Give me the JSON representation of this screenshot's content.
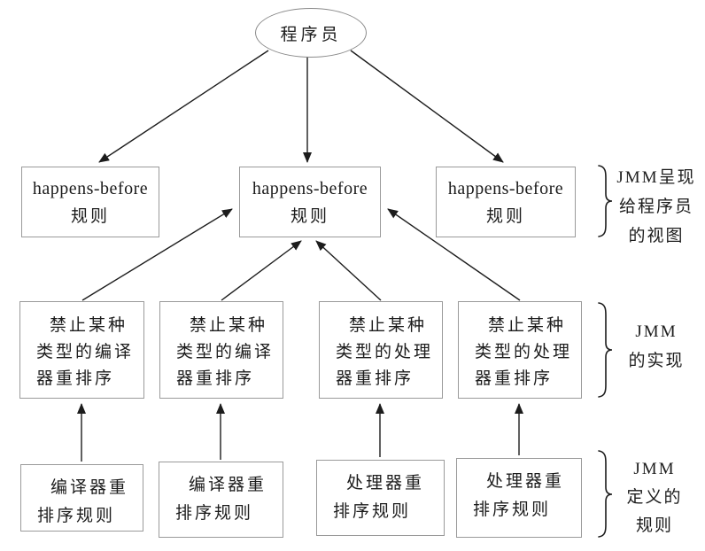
{
  "nodes": {
    "programmer": "程序员"
  },
  "happens_before_boxes": [
    {
      "lines": [
        "happens-before",
        "规则"
      ]
    },
    {
      "lines": [
        "happens-before",
        "规则"
      ]
    },
    {
      "lines": [
        "happens-before",
        "规则"
      ]
    }
  ],
  "implementation_boxes": [
    {
      "lines": [
        "禁止某种",
        "类型的编译",
        "器重排序"
      ]
    },
    {
      "lines": [
        "禁止某种",
        "类型的编译",
        "器重排序"
      ]
    },
    {
      "lines": [
        "禁止某种",
        "类型的处理",
        "器重排序"
      ]
    },
    {
      "lines": [
        "禁止某种",
        "类型的处理",
        "器重排序"
      ]
    }
  ],
  "rule_boxes": [
    {
      "lines": [
        "编译器重",
        "排序规则"
      ]
    },
    {
      "lines": [
        "编译器重",
        "排序规则"
      ]
    },
    {
      "lines": [
        "处理器重",
        "排序规则"
      ]
    },
    {
      "lines": [
        "处理器重",
        "排序规则"
      ]
    }
  ],
  "annotations": [
    {
      "lines": [
        "JMM呈现",
        "给程序员",
        "的视图"
      ]
    },
    {
      "lines": [
        "JMM",
        "的实现"
      ]
    },
    {
      "lines": [
        "JMM",
        "定义的",
        "规则"
      ]
    }
  ],
  "colors": {
    "arrow": "#1c1c1c",
    "box_border": "#9a9a9a",
    "text": "#1c1c1c",
    "background": "#ffffff"
  }
}
